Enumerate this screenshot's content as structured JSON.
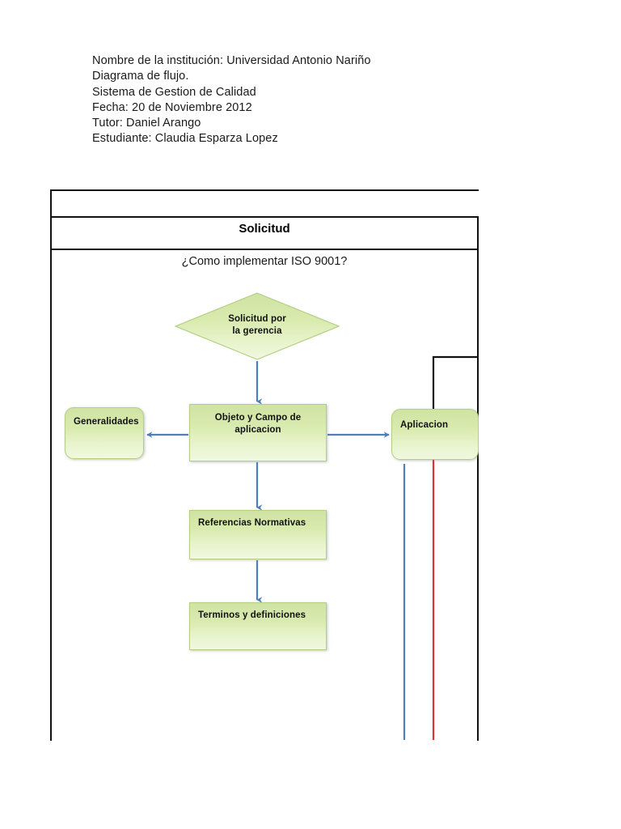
{
  "header": {
    "lines": [
      "Nombre de la institución: Universidad Antonio Nariño",
      "Diagrama de flujo.",
      "Sistema de Gestion de Calidad",
      "Fecha: 20 de Noviembre 2012",
      "Tutor: Daniel Arango",
      "Estudiante: Claudia Esparza Lopez"
    ]
  },
  "table": {
    "top_row_text": "",
    "title": "Solicitud",
    "subtitle": "¿Como implementar ISO 9001?"
  },
  "flowchart": {
    "nodes": {
      "decision": {
        "label": "Solicitud por la gerencia",
        "line1": "Solicitud por",
        "line2": "la gerencia",
        "shape": "diamond"
      },
      "objeto": {
        "label": "Objeto y Campo de aplicacion",
        "shape": "rectangle"
      },
      "generalidades": {
        "label": "Generalidades",
        "shape": "rounded-rectangle"
      },
      "aplicacion": {
        "label": "Aplicacion",
        "shape": "rounded-rectangle"
      },
      "referencias": {
        "label": "Referencias Normativas",
        "shape": "rectangle"
      },
      "terminos": {
        "label": "Terminos y definiciones",
        "shape": "rectangle"
      }
    },
    "connectors": [
      {
        "from": "decision",
        "to": "objeto",
        "color": "#4f7fba",
        "direction": "down"
      },
      {
        "from": "objeto",
        "to": "generalidades",
        "color": "#4f7fba",
        "direction": "left"
      },
      {
        "from": "objeto",
        "to": "aplicacion",
        "color": "#4f7fba",
        "direction": "right"
      },
      {
        "from": "objeto",
        "to": "referencias",
        "color": "#4f7fba",
        "direction": "down"
      },
      {
        "from": "referencias",
        "to": "terminos",
        "color": "#4f7fba",
        "direction": "down"
      },
      {
        "from": "frame-right",
        "to": "aplicacion",
        "color": "#111111",
        "direction": "bracket-down"
      },
      {
        "from": "aplicacion",
        "to": "below",
        "color": "#4f7fba",
        "direction": "down-open"
      },
      {
        "from": "aplicacion",
        "to": "below",
        "color": "#e03131",
        "direction": "down-open"
      }
    ]
  },
  "colors": {
    "node_fill_top": "#cfe3a3",
    "node_fill_bottom": "#f0f8df",
    "node_border": "#b4cf84",
    "connector_blue": "#4f7fba",
    "connector_red": "#e03131",
    "frame_black": "#111111",
    "text": "#111111"
  }
}
